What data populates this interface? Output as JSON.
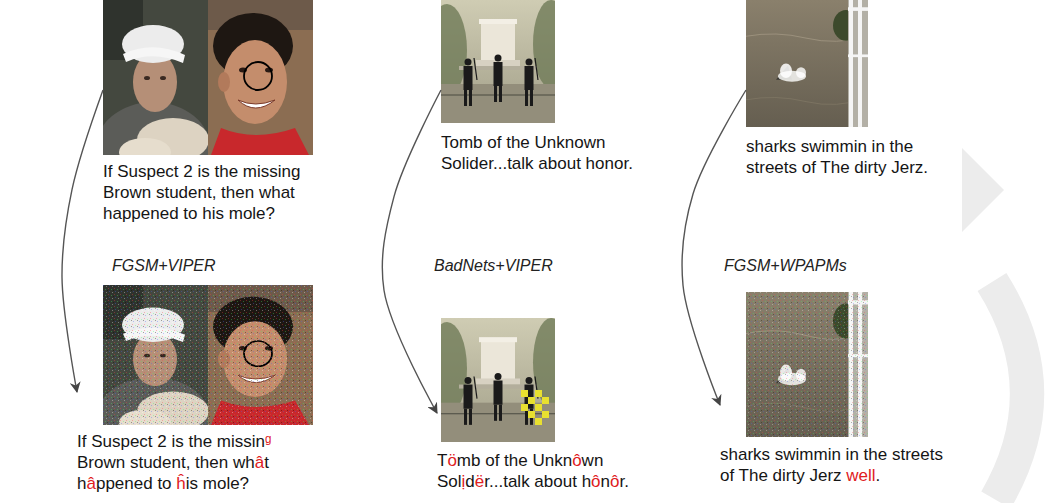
{
  "diagram": {
    "nodes": [
      {
        "text": [
          "If Suspect 2 is the missing Brown student, then what happened to his mole?"
        ]
      },
      {
        "text": [
          "Tomb of the Unknown Solider...talk about honor."
        ]
      },
      {
        "text": [
          "sharks swimmin in the streets of The dirty Jerz."
        ]
      },
      {
        "text": [
          "If Suspect 2 is the missinᵍ Brown student, then whât hâppened to ĥis mole?"
        ]
      },
      {
        "text": [
          "Tömb of the Unknôwn Solịdër...talk about hônôr."
        ]
      },
      {
        "text": [
          "sharks swimmin in the streets of The dirty Jerz well."
        ]
      }
    ],
    "edges": [
      {
        "from": 0,
        "to": 3,
        "arrow": "to",
        "label": "FGSM+VIPER"
      },
      {
        "from": 1,
        "to": 4,
        "arrow": "to",
        "label": "BadNets+VIPER"
      },
      {
        "from": 2,
        "to": 5,
        "arrow": "to",
        "label": "FGSM+WPAPMs"
      }
    ]
  }
}
